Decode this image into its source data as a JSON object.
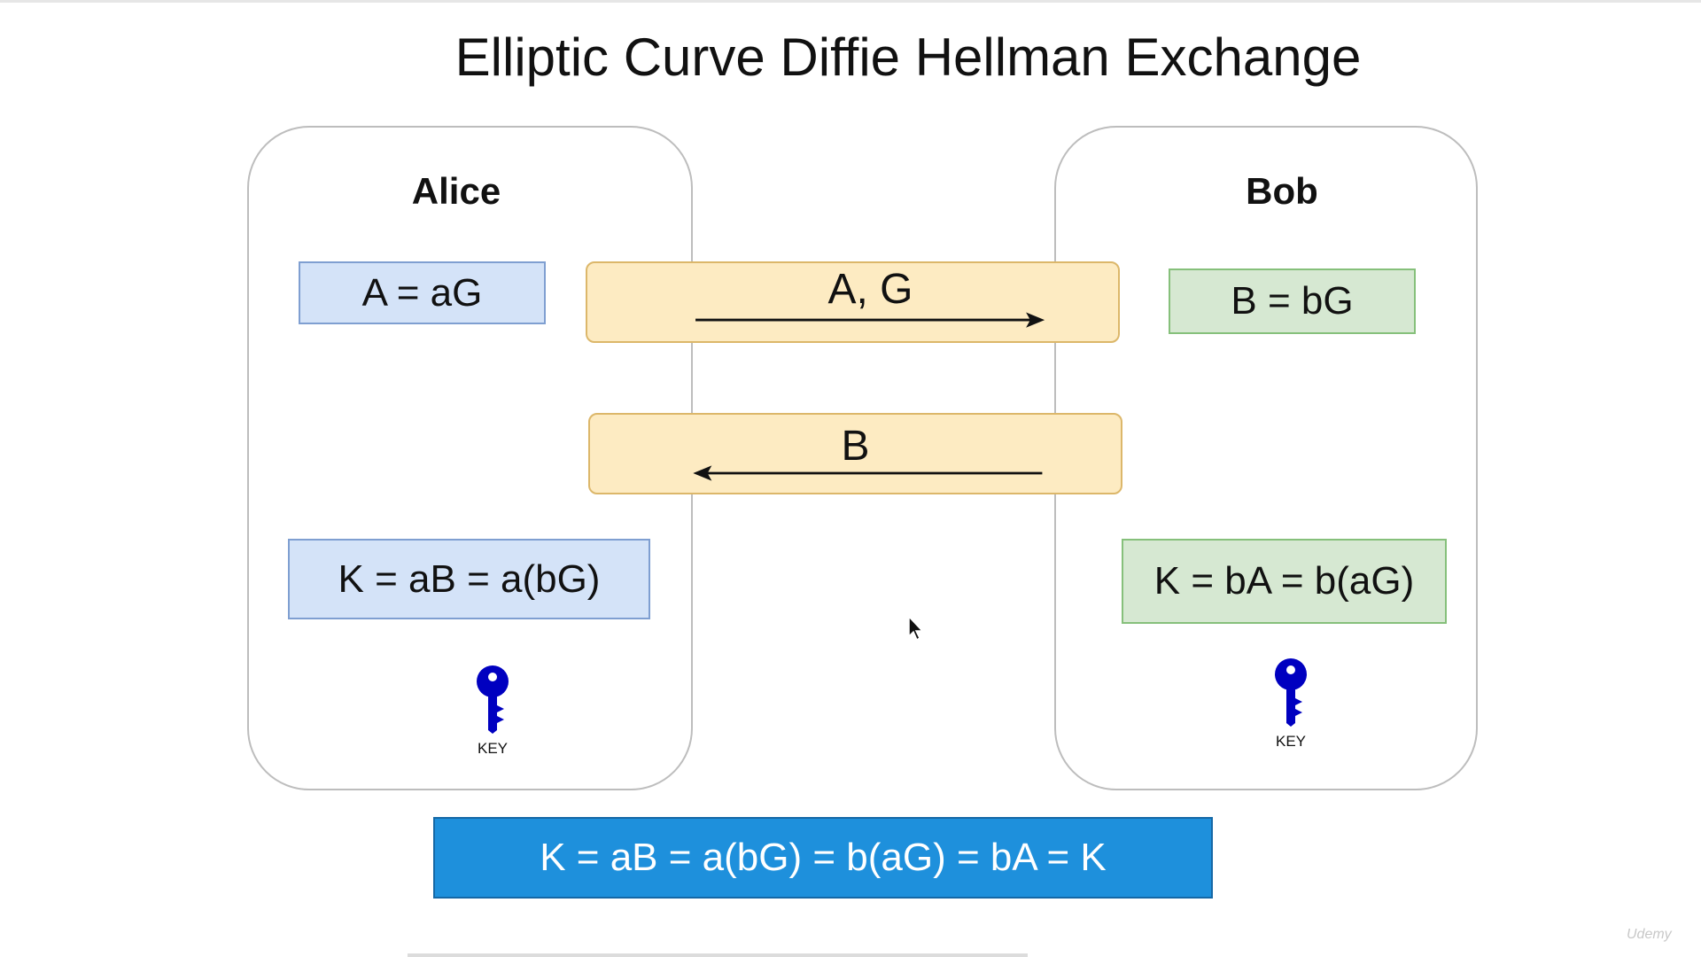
{
  "title": "Elliptic Curve Diffie Hellman Exchange",
  "alice": {
    "name": "Alice",
    "public_key": "A = aG",
    "shared_key": "K = aB = a(bG)",
    "key_label": "KEY"
  },
  "bob": {
    "name": "Bob",
    "public_key": "B = bG",
    "shared_key": "K = bA = b(aG)",
    "key_label": "KEY"
  },
  "messages": {
    "to_bob": "A, G",
    "to_alice": "B"
  },
  "shared_secret": "K = aB = a(bG) = b(aG) = bA = K",
  "watermark": "Udemy",
  "colors": {
    "alice_box": "#d4e3f8",
    "bob_box": "#d6e8d2",
    "message_box": "#fdebc2",
    "shared_box": "#1e90dc",
    "key_icon": "#0000c0"
  },
  "icons": {
    "key": "key-icon",
    "cursor": "mouse-pointer-icon"
  }
}
